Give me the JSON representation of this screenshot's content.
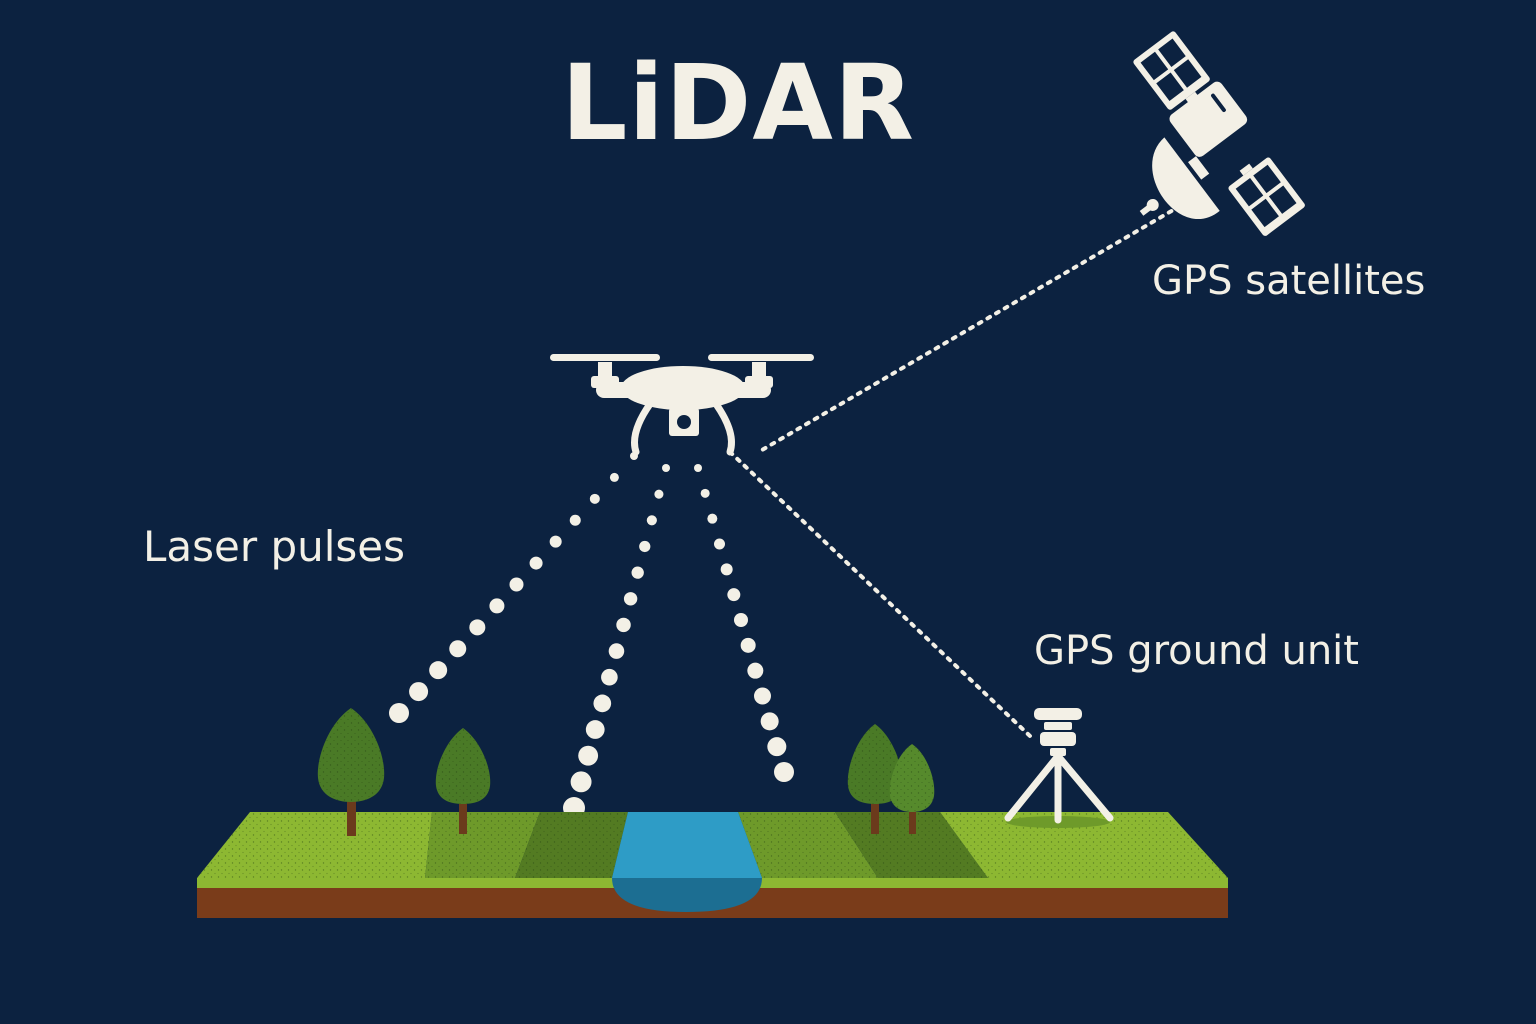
{
  "title": "LiDAR",
  "labels": {
    "gps_satellites": "GPS satellites",
    "laser_pulses": "Laser pulses",
    "gps_ground_unit": "GPS ground unit"
  },
  "colors": {
    "background": "#0c2240",
    "device": "#f3f0e6",
    "grass_light": "#8db832",
    "grass_mid": "#6e9a2a",
    "grass_dark": "#537b22",
    "water": "#2e9cc6",
    "soil": "#7a3c1a",
    "tree": "#4a7a26",
    "trunk": "#6b3a1c"
  }
}
